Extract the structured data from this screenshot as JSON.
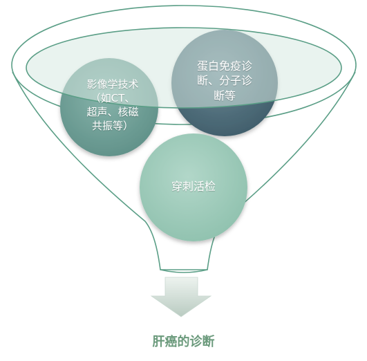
{
  "circles": {
    "imaging": {
      "label": "影像学技术\n（如CT、\n超声、核磁\n共振等）"
    },
    "immuno": {
      "label": "蛋白免疫诊\n断、分子诊\n断等"
    },
    "biopsy": {
      "label": "穿刺活检"
    }
  },
  "caption": "肝癌的诊断",
  "colors": {
    "funnel_outline": "#5a9e86",
    "rim_fill": "#d7e9e1",
    "imaging_circle": "#6f9f96",
    "immuno_circle": "#4d6b78",
    "biopsy_circle": "#9ecab9",
    "arrow": "#c9d8d0",
    "caption": "#6b9a7c"
  },
  "icons": {
    "arrow": "down-arrow-icon"
  }
}
